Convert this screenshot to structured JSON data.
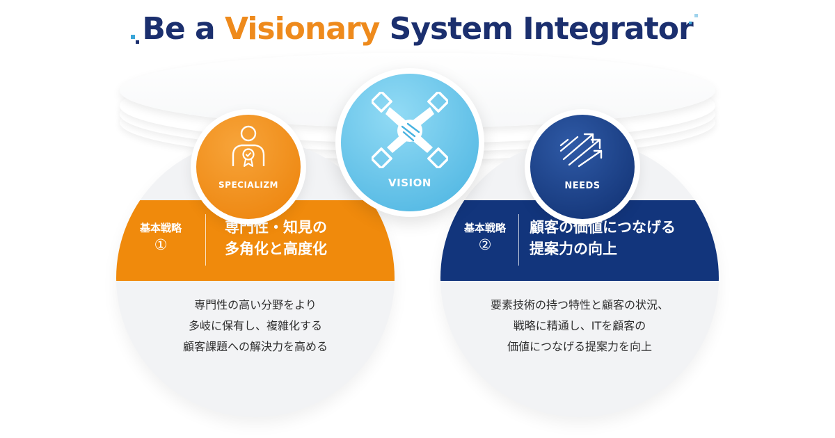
{
  "title": {
    "part1": "Be a ",
    "part2": "Visionary",
    "part3": " System Integrator"
  },
  "colors": {
    "navy": "#1b2f6e",
    "orange": "#ee8a1c",
    "strategy1_band": "#f08a0c",
    "strategy2_band": "#12357c",
    "vision_light": "#7fd1f0",
    "vision_dark": "#3aa6d8",
    "circle_bg": "#f2f3f5"
  },
  "badges": {
    "specializm": {
      "label": "SPECIALIZM",
      "icon": "person-award-icon"
    },
    "vision": {
      "label": "VISION",
      "icon": "joined-hands-icon"
    },
    "needs": {
      "label": "NEEDS",
      "icon": "rising-arrows-icon"
    }
  },
  "strategy1": {
    "label": "基本戦略",
    "number": "①",
    "title_line1": "専門性・知見の",
    "title_line2": "多角化と高度化",
    "desc_line1": "専門性の高い分野をより",
    "desc_line2": "多岐に保有し、複雑化する",
    "desc_line3": "顧客課題への解決力を高める"
  },
  "strategy2": {
    "label": "基本戦略",
    "number": "②",
    "title_line1": "顧客の価値につなげる",
    "title_line2": "提案力の向上",
    "desc_line1": "要素技術の持つ特性と顧客の状況、",
    "desc_line2": "戦略に精通し、ITを顧客の",
    "desc_line3": "価値につなげる提案力を向上"
  }
}
